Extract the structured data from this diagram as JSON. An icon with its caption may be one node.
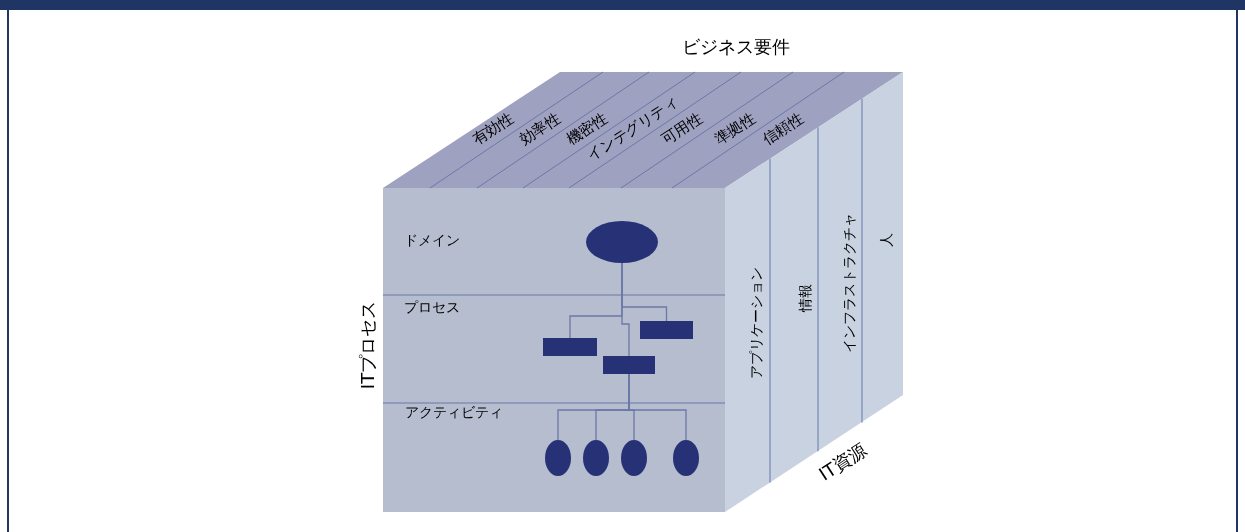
{
  "diagram": {
    "nodes": [
      {
        "text": [],
        "shape": "ellipse"
      },
      {
        "text": [],
        "shape": "box"
      },
      {
        "text": [],
        "shape": "box"
      },
      {
        "text": [],
        "shape": "box"
      },
      {
        "text": [],
        "shape": "ellipse"
      },
      {
        "text": [],
        "shape": "ellipse"
      },
      {
        "text": [],
        "shape": "ellipse"
      },
      {
        "text": [],
        "shape": "ellipse"
      }
    ],
    "edges": [
      {
        "from": 0,
        "to": 1,
        "arrow": "none"
      },
      {
        "from": 0,
        "to": 2,
        "arrow": "none"
      },
      {
        "from": 0,
        "to": 3,
        "arrow": "none"
      },
      {
        "from": 3,
        "to": 4,
        "arrow": "none"
      },
      {
        "from": 3,
        "to": 5,
        "arrow": "none"
      },
      {
        "from": 3,
        "to": 6,
        "arrow": "none"
      },
      {
        "from": 3,
        "to": 7,
        "arrow": "none"
      }
    ],
    "labels": [
      "ビジネス要件",
      "有効性",
      "効率性",
      "機密性",
      "インテグリティ",
      "可用性",
      "準拠性",
      "信頼性",
      "ITプロセス",
      "ドメイン",
      "プロセス",
      "アクティビティ",
      "アプリケーション",
      "情報",
      "インフラストラクチャ",
      "人",
      "IT資源"
    ]
  }
}
